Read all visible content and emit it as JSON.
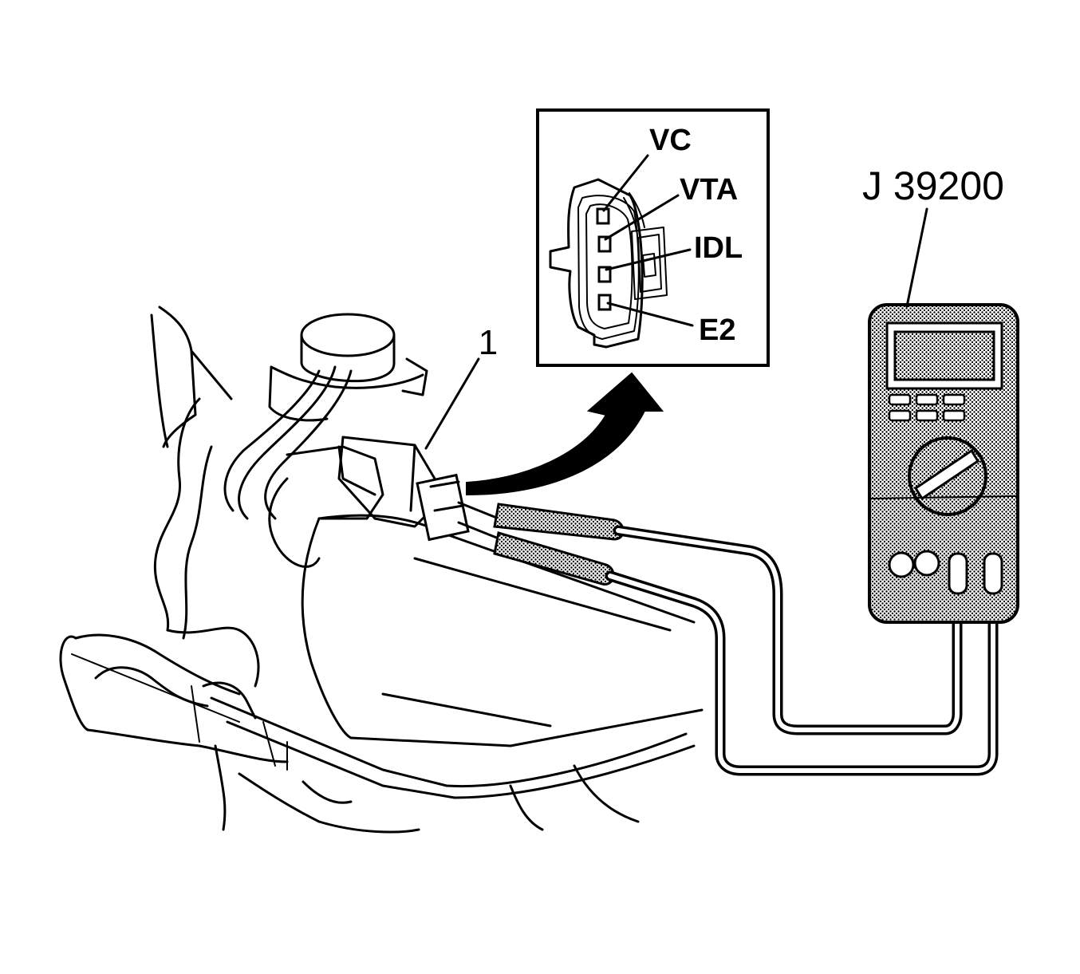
{
  "callout_number": "1",
  "tool_label": "J 39200",
  "pins": [
    {
      "label": "VC"
    },
    {
      "label": "VTA"
    },
    {
      "label": "IDL"
    },
    {
      "label": "E2"
    }
  ],
  "icons": [
    "throttle-body",
    "tps-connector",
    "digital-multimeter",
    "curved-arrow"
  ]
}
